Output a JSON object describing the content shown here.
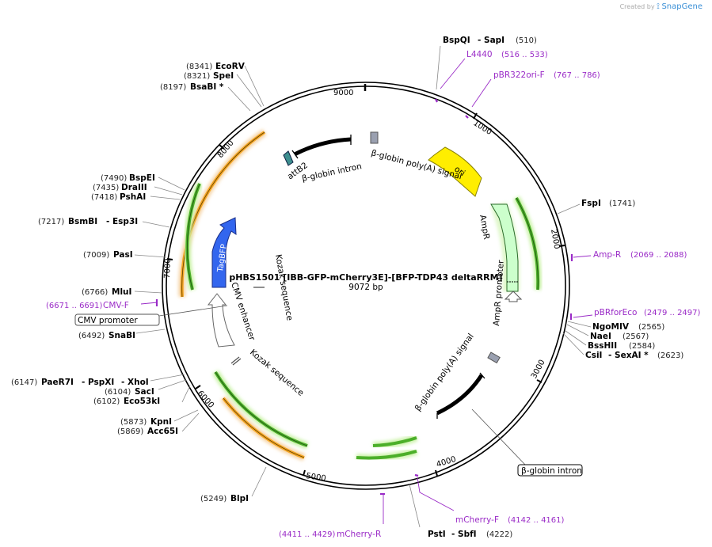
{
  "credit": {
    "prefix": "Created by",
    "brand": "SnapGene"
  },
  "plasmid": {
    "name": "pHBS1501 [IBB-GFP-mCherry3E]-[BFP-TDP43 deltaRRM]",
    "size": "9072 bp"
  },
  "ticks": [
    "1000",
    "2000",
    "3000",
    "4000",
    "5000",
    "6000",
    "7000",
    "8000",
    "9000"
  ],
  "enzymes": [
    {
      "pos": "(8341)",
      "name": "EcoRV"
    },
    {
      "pos": "(8321)",
      "name": "SpeI"
    },
    {
      "pos": "(8197)",
      "name": "BsaBI *"
    },
    {
      "name": "BspQI",
      "name2": "- SapI",
      "pos": "(510)"
    },
    {
      "pos": "(7490)",
      "name": "BspEI"
    },
    {
      "pos": "(7435)",
      "name": "DraIII"
    },
    {
      "pos": "(7418)",
      "name": "PshAI"
    },
    {
      "pos": "(7217)",
      "name": "BsmBI",
      "name2": "- Esp3I"
    },
    {
      "pos": "(7009)",
      "name": "PasI"
    },
    {
      "pos": "(6766)",
      "name": "MluI"
    },
    {
      "pos": "(6492)",
      "name": "SnaBI"
    },
    {
      "pos": "(6147)",
      "name": "PaeR7I",
      "name2": "- PspXI",
      "name3": "- XhoI"
    },
    {
      "pos": "(6104)",
      "name": "SacI"
    },
    {
      "pos": "(6102)",
      "name": "Eco53kI"
    },
    {
      "pos": "(5873)",
      "name": "KpnI"
    },
    {
      "pos": "(5869)",
      "name": "Acc65I"
    },
    {
      "pos": "(5249)",
      "name": "BlpI"
    },
    {
      "name": "FspI",
      "pos": "(1741)"
    },
    {
      "name": "NgoMIV",
      "pos": "(2565)"
    },
    {
      "name": "NaeI",
      "pos": "(2567)"
    },
    {
      "name": "BssHII",
      "pos": "(2584)"
    },
    {
      "name": "CsiI",
      "name2": "- SexAI *",
      "pos": "(2623)"
    },
    {
      "name": "PstI",
      "name2": "- SbfI",
      "pos": "(4222)"
    }
  ],
  "primers": [
    {
      "name": "L4440",
      "range": "(516 .. 533)"
    },
    {
      "name": "pBR322ori-F",
      "range": "(767 .. 786)"
    },
    {
      "name": "Amp-R",
      "range": "(2069 .. 2088)"
    },
    {
      "name": "pBRforEco",
      "range": "(2479 .. 2497)"
    },
    {
      "name": "CMV-F",
      "range": "(6671 .. 6691)"
    },
    {
      "name": "mCherry-F",
      "range": "(4142 .. 4161)"
    },
    {
      "name": "mCherry-R",
      "range": "(4411 .. 4429)"
    }
  ],
  "features": {
    "attB2": "attB2",
    "bglobin_intron": "β-globin intron",
    "bglobin_polyA_top": "β-globin poly(A) signal",
    "ori": "ori",
    "ampr": "AmpR",
    "amp_promoter": "AmpR promoter",
    "bglobin_polyA_right": "β-globin poly(A) signal",
    "bglobin_intron_box": "β-globin intron",
    "kozak_top": "Kozak sequence",
    "kozak_bottom": "Kozak sequence",
    "cmv_enhancer": "CMV enhancer",
    "cmv_promoter": "CMV promoter",
    "tagbfp": "TagBFP"
  },
  "colors": {
    "backbone": "#000000",
    "orange_feature": "#f5a623",
    "green_feature": "#4caf2a",
    "green_glow": "#c9f2a6",
    "ori": "#ffee00",
    "ampr": "#ccffcc",
    "tagbfp": "#3366ee",
    "primer": "#9a2bc7",
    "polyA_box": "#9aa0b0",
    "attB2": "#3d8f8f"
  }
}
